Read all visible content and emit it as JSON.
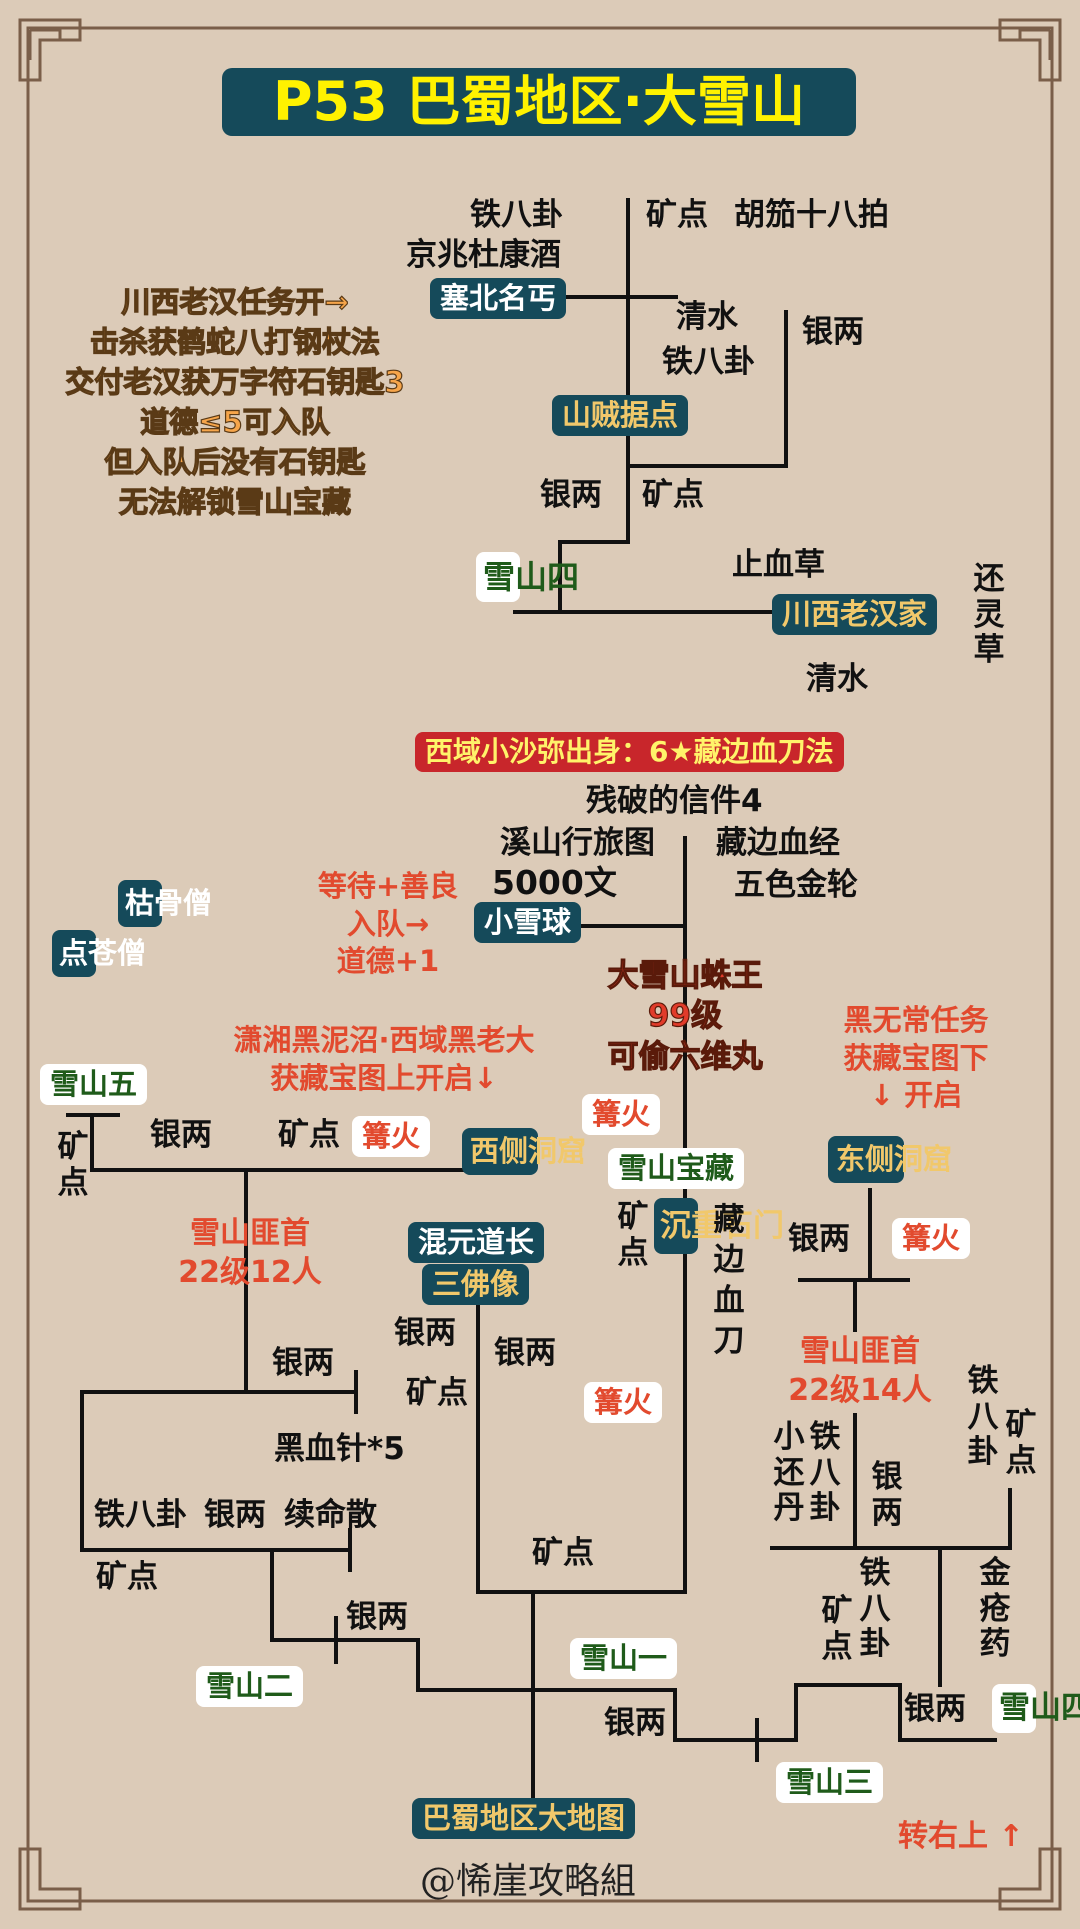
{
  "title": "P53  巴蜀地区·大雪山",
  "credit": "@悕崖攻略組",
  "colors": {
    "background": "#dccbb8",
    "teal_tag": "#154a5a",
    "red_text": "#e24a2e",
    "orange_text": "#f6a54a",
    "title_text": "#fff200"
  },
  "upper": {
    "tie_bagua_1": "铁八卦",
    "jingzhao_wine": "京兆杜康酒",
    "saibei_beggar": "塞北名丐",
    "mine_1": "矿点",
    "huqie_song": "胡笳十八拍",
    "qingshui_1": "清水",
    "tie_bagua_2": "铁八卦",
    "silver_1": "银两",
    "bandit_camp": "山贼据点",
    "silver_2": "银两",
    "mine_2": "矿点",
    "zhixue_herb": "止血草",
    "chuanxi_home": "川西老汉家",
    "huanling_herb": "还灵草",
    "qingshui_2": "清水",
    "snow_mountain_4": "雪山四",
    "quest_note": [
      "川西老汉任务开→",
      "击杀获鹤蛇八打钢杖法",
      "交付老汉获万字符石钥匙3",
      "道德≤5可入队",
      "但入队后没有石钥匙",
      "无法解锁雪山宝藏"
    ]
  },
  "lower": {
    "monk_origin": "西域小沙弥出身：6★藏边血刀法",
    "broken_letter": "残破的信件4",
    "xishan_map": "溪山行旅图",
    "coins_5000": "5000文",
    "zangbian_sutra": "藏边血经",
    "wuse_wheel": "五色金轮",
    "recruit_note": [
      "等待+善良",
      "入队→",
      "道德+1"
    ],
    "little_snowball": "小雪球",
    "kugu_monk": "枯骨僧",
    "diancang_monk": "点苍僧",
    "spider_king": [
      "大雪山蛛王",
      "99级",
      "可偷六维丸"
    ],
    "black_swamp_note": [
      "潇湘黑泥沼·西域黑老大",
      "获藏宝图上开启↓"
    ],
    "heiwuchang_note": [
      "黑无常任务",
      "获藏宝图下",
      "↓ 开启"
    ],
    "snow_mountain_5": "雪山五",
    "mine_a": "矿点",
    "silver_a": "银两",
    "mine_b": "矿点",
    "bonfire_1": "篝火",
    "west_cave": "西侧洞窟",
    "bonfire_2": "篝火",
    "treasure": "雪山宝藏",
    "east_cave": "东侧洞窟",
    "bandit_west": [
      "雪山匪首",
      "22级12人"
    ],
    "hunyuan_daoist": "混元道长",
    "three_buddha": "三佛像",
    "mine_c": "矿点",
    "heavy_stone_door": "沉重石门",
    "zangbian_blade": "藏边血刀",
    "silver_b": "银两",
    "bonfire_3": "篝火",
    "silver_c": "银两",
    "silver_d": "银两",
    "mine_d": "矿点",
    "bonfire_4": "篝火",
    "bandit_east": [
      "雪山匪首",
      "22级14人"
    ],
    "tie_bagua_e": "铁八卦",
    "mine_e": "矿点",
    "black_needle": "黑血针*5",
    "tie_bagua_3": "铁八卦",
    "silver_e": "银两",
    "xuming_powder": "续命散",
    "mine_f": "矿点",
    "small_pill": "小还丹",
    "tie_bagua_4": "铁八卦",
    "silver_f": "银两",
    "silver_g": "银两",
    "mine_g": "矿点",
    "tie_bagua_5": "铁八卦",
    "mine_h": "矿点",
    "jinchuang": "金疮药",
    "snow_mountain_1": "雪山一",
    "snow_mountain_2": "雪山二",
    "silver_h": "银两",
    "snow_mountain_3": "雪山三",
    "silver_i": "银两",
    "snow_mountain_4b": "雪山四",
    "world_map": "巴蜀地区大地图",
    "turn_right": "转右上 ↑"
  }
}
